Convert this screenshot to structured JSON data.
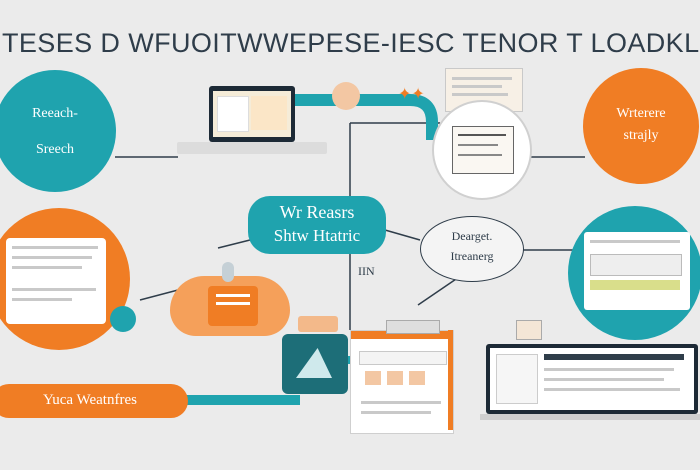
{
  "title": "TESES D WFUOITWWEPESE-IESC TENOR T LOADKLIW SOCOD",
  "nodes": {
    "research": {
      "line1": "Reeach-",
      "line2": "Sreech"
    },
    "writing_strategy": {
      "line1": "Wrterere",
      "line2": "strajly"
    },
    "center_pill": {
      "line1": "Wr Reasrs",
      "line2": "Shtw Htatric"
    },
    "dear_bubble": {
      "line1": "Dearget.",
      "line2": "Itreanerg"
    },
    "bottom_pill": {
      "label": "Yuca Weatnfres"
    },
    "small_label": "IIN"
  },
  "colors": {
    "teal": "#1fa3ae",
    "orange": "#f07d24",
    "dark": "#2f3d4a",
    "background": "#ebebeb"
  },
  "icons": [
    "laptop-icon",
    "monitor-icon",
    "document-icon",
    "chart-icon",
    "desk-icon",
    "device-icon"
  ]
}
